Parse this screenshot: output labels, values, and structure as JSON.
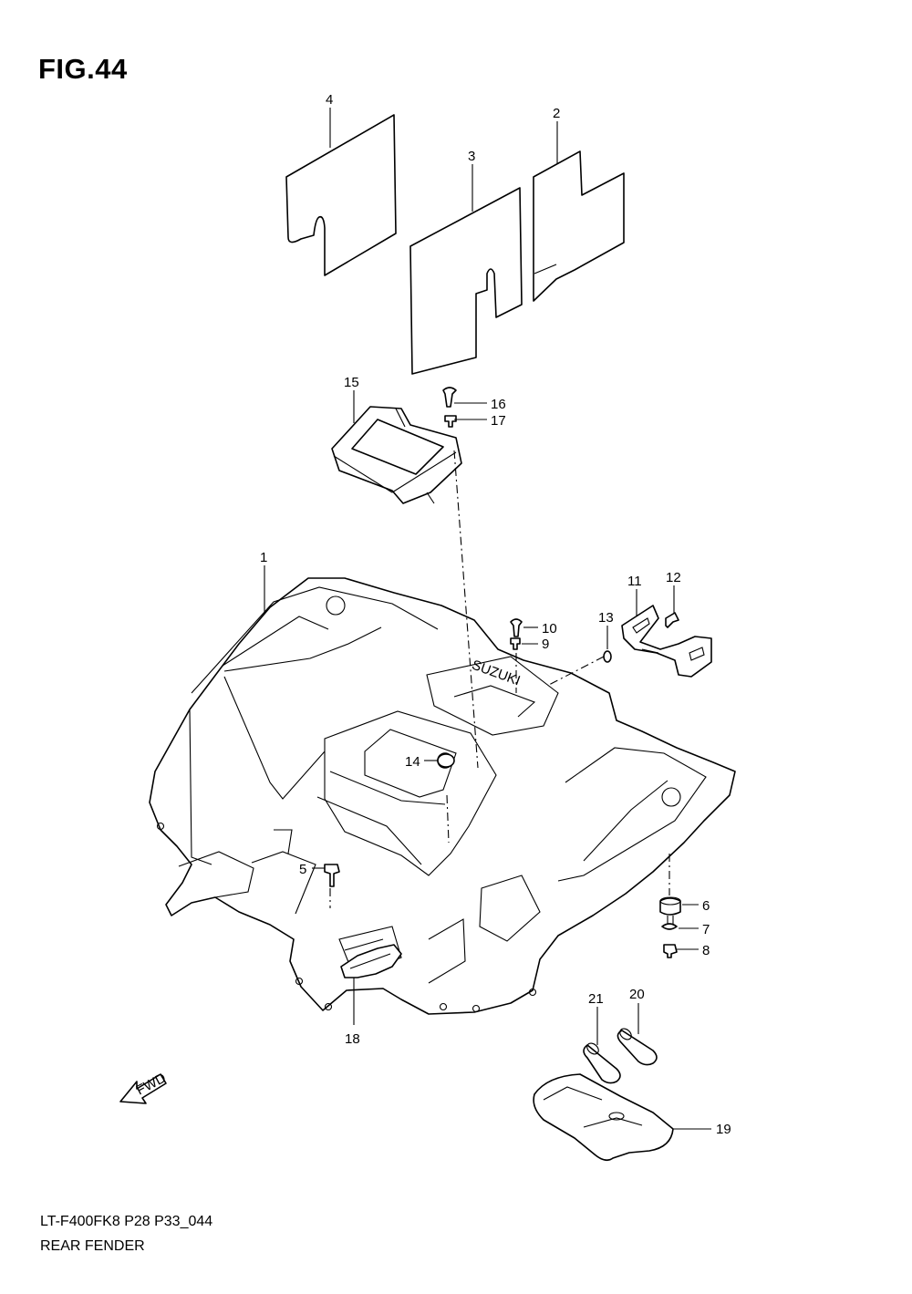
{
  "figure": {
    "title": "FIG.44",
    "model_code": "LT-F400FK8 P28 P33_044",
    "name": "REAR FENDER"
  },
  "callouts": {
    "c1": "1",
    "c2": "2",
    "c3": "3",
    "c4": "4",
    "c5": "5",
    "c6": "6",
    "c7": "7",
    "c8": "8",
    "c9": "9",
    "c10": "10",
    "c11": "11",
    "c12": "12",
    "c13": "13",
    "c14": "14",
    "c15": "15",
    "c16": "16",
    "c17": "17",
    "c18": "18",
    "c19": "19",
    "c20": "20",
    "c21": "21"
  },
  "fwd_arrow_label": "FWD",
  "fender_emblem": "SUZUKI"
}
